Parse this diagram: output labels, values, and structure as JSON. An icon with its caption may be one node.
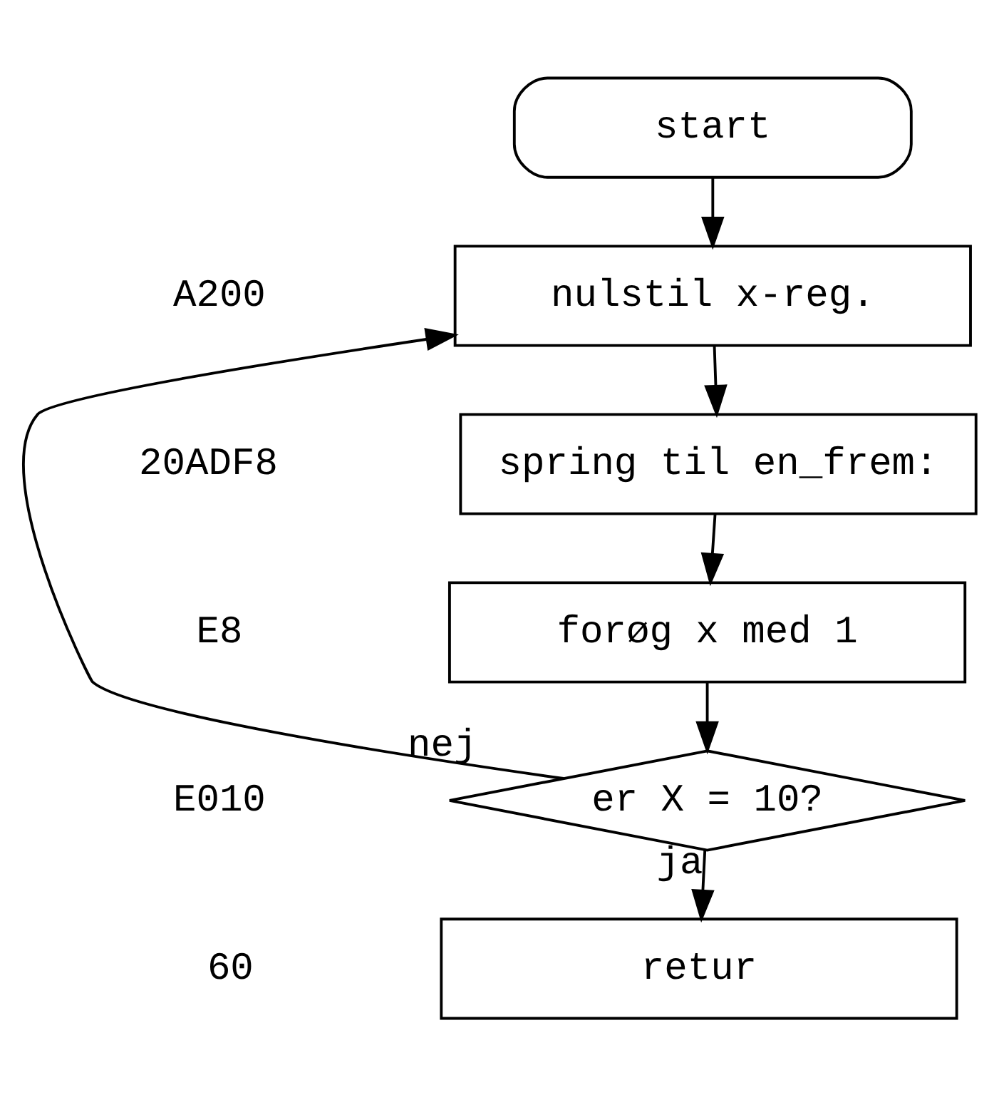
{
  "diagram": {
    "nodes": [
      {
        "text": [
          "start"
        ]
      },
      {
        "text": [
          "nulstil x-reg."
        ]
      },
      {
        "text": [
          "spring til en_frem:"
        ]
      },
      {
        "text": [
          "forøg x med 1"
        ]
      },
      {
        "text": [
          "er X = 10?"
        ]
      },
      {
        "text": [
          "retur"
        ]
      }
    ],
    "edges": [
      {
        "from": 0,
        "to": 1,
        "arrow": "to"
      },
      {
        "from": 1,
        "to": 2,
        "arrow": "to"
      },
      {
        "from": 2,
        "to": 3,
        "arrow": "to"
      },
      {
        "from": 3,
        "to": 4,
        "arrow": "to"
      },
      {
        "from": 4,
        "to": 1,
        "arrow": "to",
        "label": "nej"
      },
      {
        "from": 4,
        "to": 5,
        "arrow": "to",
        "label": "ja"
      }
    ],
    "labels": [
      "A200",
      "20ADF8",
      "E8",
      "E010",
      "60"
    ]
  }
}
